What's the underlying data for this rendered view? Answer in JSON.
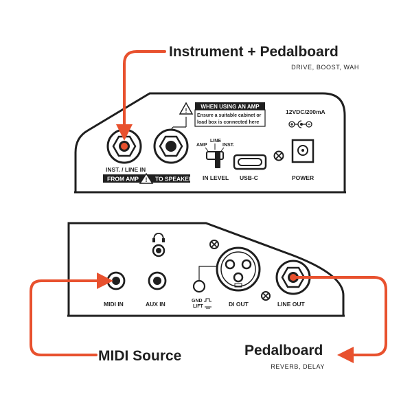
{
  "colors": {
    "accent": "#e8512e",
    "ink": "#1f1f1f",
    "device_fill": "#ffffff"
  },
  "callouts": {
    "instrument": {
      "title": "Instrument + Pedalboard",
      "subtitle": "DRIVE, BOOST, WAH"
    },
    "midi": {
      "title": "MIDI Source"
    },
    "pedalboard": {
      "title": "Pedalboard",
      "subtitle": "REVERB, DELAY"
    }
  },
  "top_panel": {
    "warning_title": "WHEN USING AN AMP",
    "warning_line1": "Ensure a suitable cabinet or",
    "warning_line2": "load box is connected here",
    "power_rating": "12VDC/200mA",
    "jack_inst_label": "INST. / LINE IN",
    "from_amp": "FROM AMP",
    "to_speaker": "TO SPEAKER",
    "switch_line": "LINE",
    "switch_amp": "AMP",
    "switch_inst": "INST.",
    "in_level": "IN LEVEL",
    "usb_label": "USB-C",
    "power_label": "POWER",
    "icons": [
      "jack-icon",
      "warning-icon",
      "switch-icon",
      "usb-c-port-icon",
      "screw-icon",
      "dc-power-port-icon",
      "polarity-icon"
    ]
  },
  "bottom_panel": {
    "midi_in": "MIDI IN",
    "aux_in": "AUX IN",
    "gnd": "GND",
    "lift": "LIFT",
    "di_out": "DI OUT",
    "line_out": "LINE OUT",
    "icons": [
      "headphones-icon",
      "xlr-icon",
      "ground-lift-icon"
    ]
  }
}
